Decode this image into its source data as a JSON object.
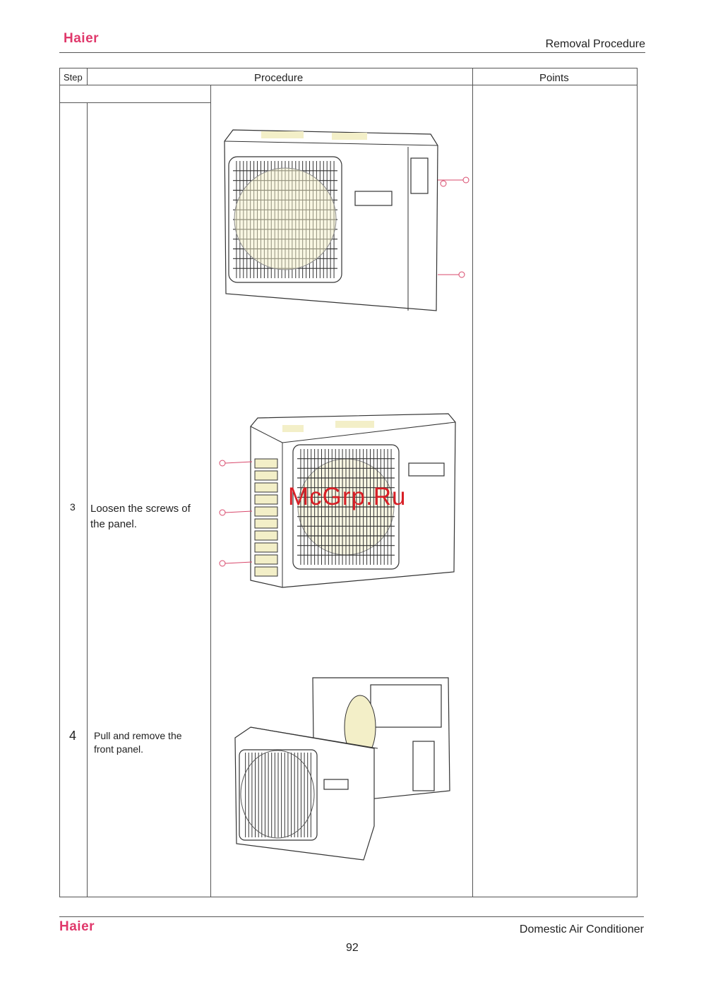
{
  "header": {
    "brand": "Haier",
    "section": "Removal Procedure"
  },
  "table": {
    "headers": {
      "step": "Step",
      "procedure": "Procedure",
      "points": "Points"
    },
    "rows": [
      {
        "step": "3",
        "text": "Loosen the screws of the panel."
      },
      {
        "step": "4",
        "text": "Pull and remove the front panel."
      }
    ]
  },
  "watermark": "McGrp.Ru",
  "footer": {
    "brand": "Haier",
    "title": "Domestic Air Conditioner",
    "page_number": "92"
  },
  "colors": {
    "brand": "#e0386b",
    "watermark": "#d81f26"
  }
}
